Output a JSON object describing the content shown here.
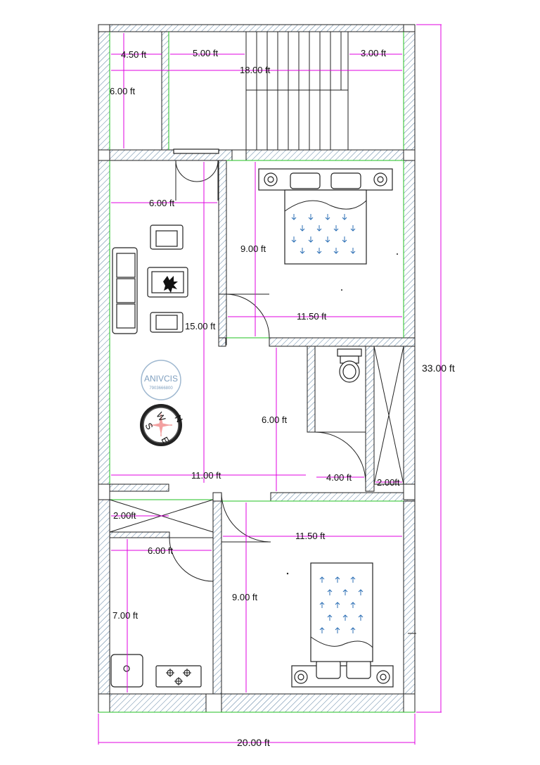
{
  "dimensions": {
    "top_left_width": "4.50 ft",
    "top_mid_width": "5.00 ft",
    "top_right_width": "3.00 ft",
    "top_total_width": "18.00 ft",
    "top_height": "6.00 ft",
    "living_width": "6.00 ft",
    "living_height": "15.00 ft",
    "bed1_height": "9.00 ft",
    "bed1_width": "11.50 ft",
    "passage_height": "6.00 ft",
    "middle_width": "11.00 ft",
    "bath_width": "4.00 ft",
    "closet_width": "2.00ft",
    "lobby_depth": "2.00ft",
    "kitchen_width": "6.00 ft",
    "kitchen_height": "7.00 ft",
    "bed2_width": "11.50 ft",
    "bed2_height": "9.00 ft",
    "overall_height": "33.00 ft",
    "overall_width": "20.00  ft"
  },
  "logo": {
    "name": "ANIVCIS",
    "phone": "7903666800"
  },
  "compass": {
    "north": "N",
    "south": "S",
    "east": "E",
    "west": "W"
  },
  "colors": {
    "dimension_line": "#e000e0",
    "wall_hatch": "#5a7fa0",
    "opening_line": "#22c022",
    "bed_arrow": "#2c6fb5"
  }
}
